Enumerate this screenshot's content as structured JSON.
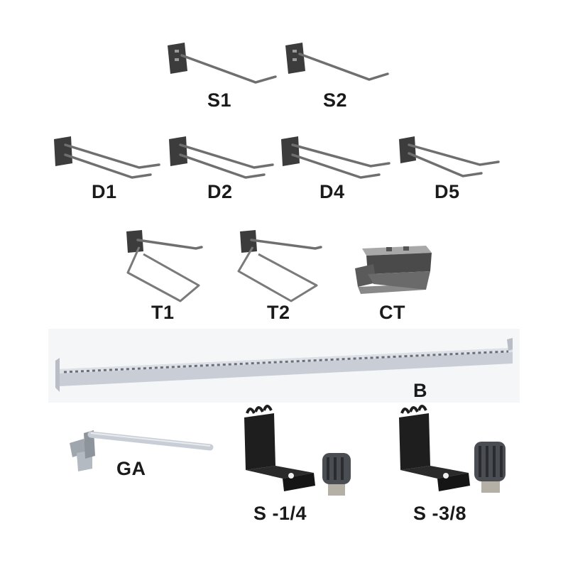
{
  "catalog": {
    "items": [
      {
        "code": "S1",
        "kind": "single-hook"
      },
      {
        "code": "S2",
        "kind": "single-hook"
      },
      {
        "code": "D1",
        "kind": "double-hook"
      },
      {
        "code": "D2",
        "kind": "double-hook"
      },
      {
        "code": "D4",
        "kind": "double-hook"
      },
      {
        "code": "D5",
        "kind": "double-hook"
      },
      {
        "code": "T1",
        "kind": "tool-holder-hook"
      },
      {
        "code": "T2",
        "kind": "tool-holder-hook"
      },
      {
        "code": "CT",
        "kind": "bracket"
      },
      {
        "code": "B",
        "kind": "slotted-bar"
      },
      {
        "code": "GA",
        "kind": "rod-hanger"
      },
      {
        "code": "S -1/4",
        "kind": "socket-holder"
      },
      {
        "code": "S -3/8",
        "kind": "socket-holder"
      }
    ],
    "colors": {
      "hook_metal": "#6f6f6f",
      "plate": "#3c3c3c",
      "bar_metal": "#c9ced6",
      "black_part": "#1e1e1e",
      "label": "#1a1a1a"
    }
  }
}
